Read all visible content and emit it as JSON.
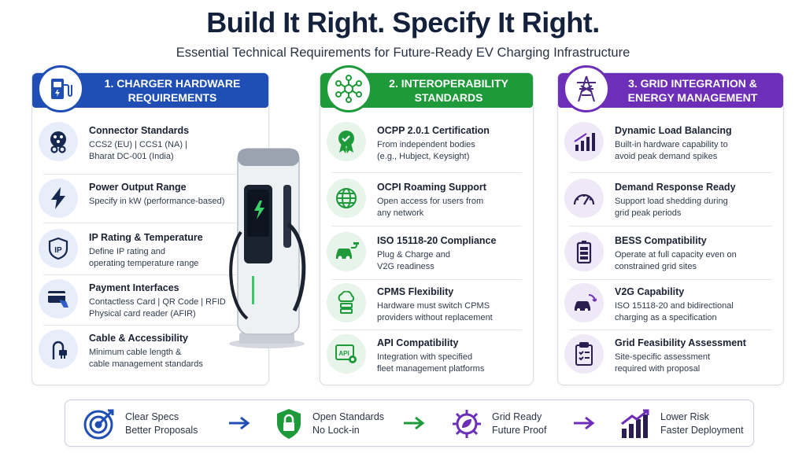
{
  "header": {
    "title": "Build It Right. Specify It Right.",
    "subtitle": "Essential Technical Requirements for Future-Ready EV Charging Infrastructure"
  },
  "colors": {
    "blue": "#1f4fb5",
    "green": "#1f9a3a",
    "purple": "#6d2fb8"
  },
  "panels": [
    {
      "title_line1": "1. CHARGER HARDWARE",
      "title_line2": "REQUIREMENTS",
      "icon": "ev-charger-icon",
      "items": [
        {
          "icon": "connector-plug-icon",
          "heading": "Connector Standards",
          "line1": "CCS2 (EU)  |  CCS1 (NA)  |",
          "line2": "Bharat DC-001 (India)"
        },
        {
          "icon": "lightning-bolt-icon",
          "heading": "Power Output Range",
          "line1": "Specify in kW (performance-based)",
          "line2": ""
        },
        {
          "icon": "ip-shield-icon",
          "heading": "IP Rating & Temperature",
          "line1": "Define IP rating and",
          "line2": "operating temperature range"
        },
        {
          "icon": "payment-card-icon",
          "heading": "Payment Interfaces",
          "line1": "Contactless Card | QR Code | RFID",
          "line2": "Physical card reader (AFIR)"
        },
        {
          "icon": "cable-plug-icon",
          "heading": "Cable & Accessibility",
          "line1": "Minimum cable length &",
          "line2": "cable management standards"
        }
      ]
    },
    {
      "title_line1": "2. INTEROPERABILITY",
      "title_line2": "STANDARDS",
      "icon": "network-hub-icon",
      "items": [
        {
          "icon": "certificate-badge-icon",
          "heading": "OCPP 2.0.1 Certification",
          "line1": "From independent bodies",
          "line2": "(e.g., Hubject, Keysight)"
        },
        {
          "icon": "globe-icon",
          "heading": "OCPI Roaming Support",
          "line1": "Open access for users from",
          "line2": "any network"
        },
        {
          "icon": "car-plug-icon",
          "heading": "ISO 15118-20 Compliance",
          "line1": "Plug & Charge and",
          "line2": "V2G readiness"
        },
        {
          "icon": "cloud-server-icon",
          "heading": "CPMS Flexibility",
          "line1": "Hardware must switch CPMS",
          "line2": "providers without replacement"
        },
        {
          "icon": "api-gear-icon",
          "heading": "API Compatibility",
          "line1": "Integration with specified",
          "line2": "fleet management platforms"
        }
      ]
    },
    {
      "title_line1": "3. GRID INTEGRATION &",
      "title_line2": "ENERGY MANAGEMENT",
      "icon": "power-tower-icon",
      "items": [
        {
          "icon": "bar-chart-icon",
          "heading": "Dynamic Load Balancing",
          "line1": "Built-in hardware capability to",
          "line2": "avoid peak demand spikes"
        },
        {
          "icon": "gauge-icon",
          "heading": "Demand Response Ready",
          "line1": "Support load shedding during",
          "line2": "grid peak periods"
        },
        {
          "icon": "battery-icon",
          "heading": "BESS Compatibility",
          "line1": "Operate at full capacity even on",
          "line2": "constrained grid sites"
        },
        {
          "icon": "car-cycle-icon",
          "heading": "V2G Capability",
          "line1": "ISO 15118-20 and bidirectional",
          "line2": "charging as a specification"
        },
        {
          "icon": "clipboard-icon",
          "heading": "Grid Feasibility Assessment",
          "line1": "Site-specific assessment",
          "line2": "required with proposal"
        }
      ]
    }
  ],
  "benefits": [
    {
      "icon": "target-icon",
      "line1": "Clear Specs",
      "line2": "Better Proposals"
    },
    {
      "icon": "lock-shield-icon",
      "line1": "Open Standards",
      "line2": "No Lock-in"
    },
    {
      "icon": "leaf-gear-icon",
      "line1": "Grid Ready",
      "line2": "Future Proof"
    },
    {
      "icon": "growth-chart-icon",
      "line1": "Lower Risk",
      "line2": "Faster Deployment"
    }
  ]
}
